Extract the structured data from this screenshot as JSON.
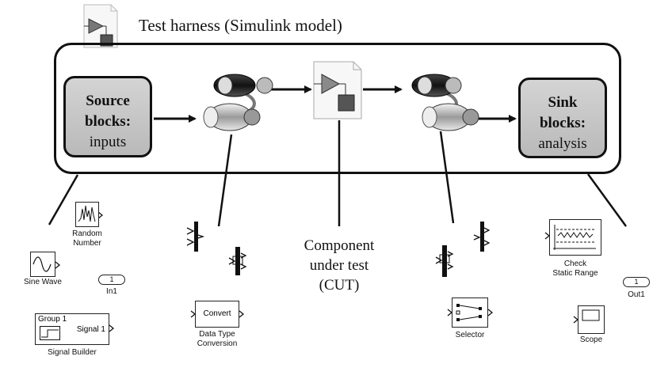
{
  "harness": {
    "title": "Test harness (Simulink model)"
  },
  "source": {
    "line1": "Source",
    "line2": "blocks:",
    "line3": "inputs"
  },
  "sink": {
    "line1": "Sink",
    "line2": "blocks:",
    "line3": "analysis"
  },
  "cut": {
    "line1": "Component",
    "line2": "under test",
    "line3": "(CUT)"
  },
  "blocks": {
    "random_number": {
      "line1": "Random",
      "line2": "Number"
    },
    "sine_wave": "Sine Wave",
    "in1": {
      "port": "1",
      "label": "In1"
    },
    "signal_builder": {
      "group": "Group 1",
      "signal": "Signal 1",
      "label": "Signal Builder"
    },
    "convert": {
      "text": "Convert",
      "line1": "Data Type",
      "line2": "Conversion"
    },
    "selector": "Selector",
    "check_static_range": {
      "line1": "Check",
      "line2": "Static Range"
    },
    "out1": {
      "port": "1",
      "label": "Out1"
    },
    "scope": "Scope"
  }
}
